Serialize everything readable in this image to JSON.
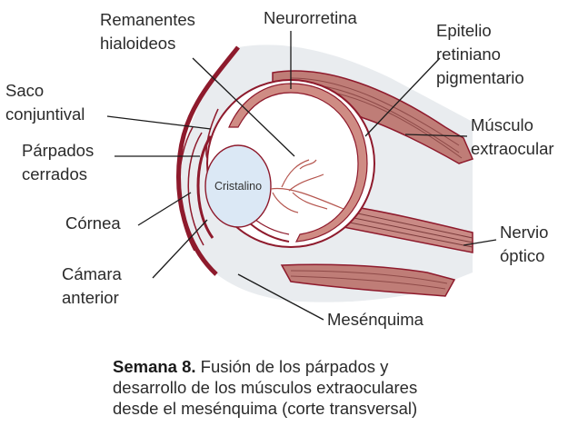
{
  "labels": {
    "remanentes_1": "Remanentes",
    "remanentes_2": "hialoideos",
    "neurorretina": "Neurorretina",
    "epitelio_1": "Epitelio",
    "epitelio_2": "retiniano",
    "epitelio_3": "pigmentario",
    "saco_1": "Saco",
    "saco_2": "conjuntival",
    "musculo_1": "Músculo",
    "musculo_2": "extraocular",
    "parpados_1": "Párpados",
    "parpados_2": "cerrados",
    "cornea": "Córnea",
    "nervio_1": "Nervio",
    "nervio_2": "óptico",
    "camara_1": "Cámara",
    "camara_2": "anterior",
    "mesenquima": "Mesénquima",
    "cristalino": "Cristalino"
  },
  "caption": {
    "bold": "Semana 8.",
    "line1": " Fusión de los párpados y",
    "line2": "desarrollo de los músculos extraoculares",
    "line3": "desde el mesénquima (corte transversal)"
  },
  "colors": {
    "tissue_red": "#8e1a2c",
    "muscle": "#b76f68",
    "retina_fill": "#cf8c84",
    "mesenchyme": "#e9ecef",
    "lens": "#dbe8f5"
  }
}
